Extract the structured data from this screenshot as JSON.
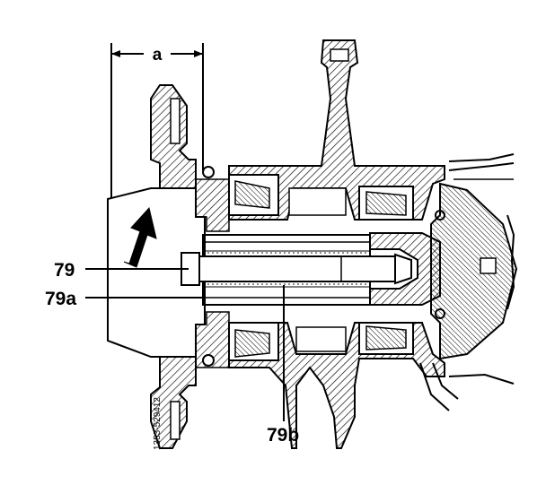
{
  "dimension_label": "a",
  "callouts": [
    {
      "id": "79",
      "text": "79"
    },
    {
      "id": "79a",
      "text": "79a"
    },
    {
      "id": "79b",
      "text": "79b"
    }
  ],
  "figure_code": "1353-529412",
  "colors": {
    "ink": "#000000",
    "paper": "#ffffff"
  }
}
